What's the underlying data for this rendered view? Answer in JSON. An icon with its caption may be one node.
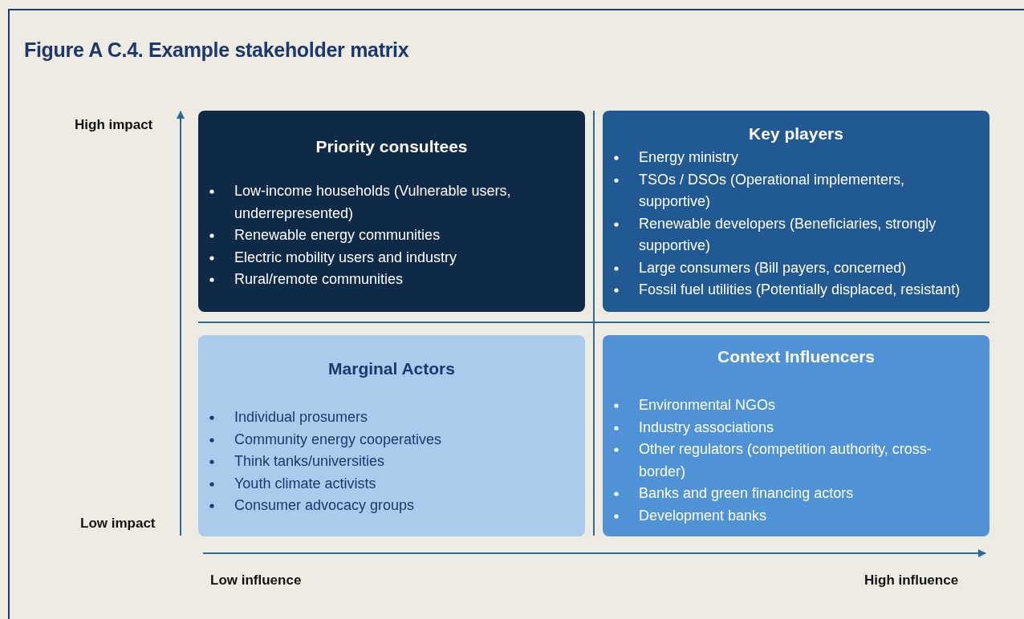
{
  "diagram": {
    "title": "Figure A C.4. Example stakeholder matrix",
    "nodes": [
      {
        "text": [
          "Priority consultees",
          "Low-income households (Vulnerable users, underrepresented)",
          "Renewable energy communities",
          "Electric mobility users and industry",
          "Rural/remote communities"
        ]
      },
      {
        "text": [
          "Key players",
          "Energy ministry",
          "TSOs / DSOs (Operational implementers, supportive)",
          "Renewable developers (Beneficiaries, strongly supportive)",
          "Large consumers (Bill payers, concerned)",
          "Fossil fuel utilities (Potentially displaced, resistant)"
        ]
      },
      {
        "text": [
          "Marginal Actors",
          "Individual prosumers",
          "Community energy cooperatives",
          "Think tanks/universities",
          "Youth climate activists",
          "Consumer advocacy groups"
        ]
      },
      {
        "text": [
          "Context Influencers",
          "Environmental NGOs",
          "Industry associations",
          "Other regulators (competition authority, cross-border)",
          "Banks and green financing actors",
          "Development banks"
        ]
      }
    ],
    "edges": [],
    "labels": [
      "High impact",
      "Low impact",
      "Low influence",
      "High influence"
    ]
  }
}
